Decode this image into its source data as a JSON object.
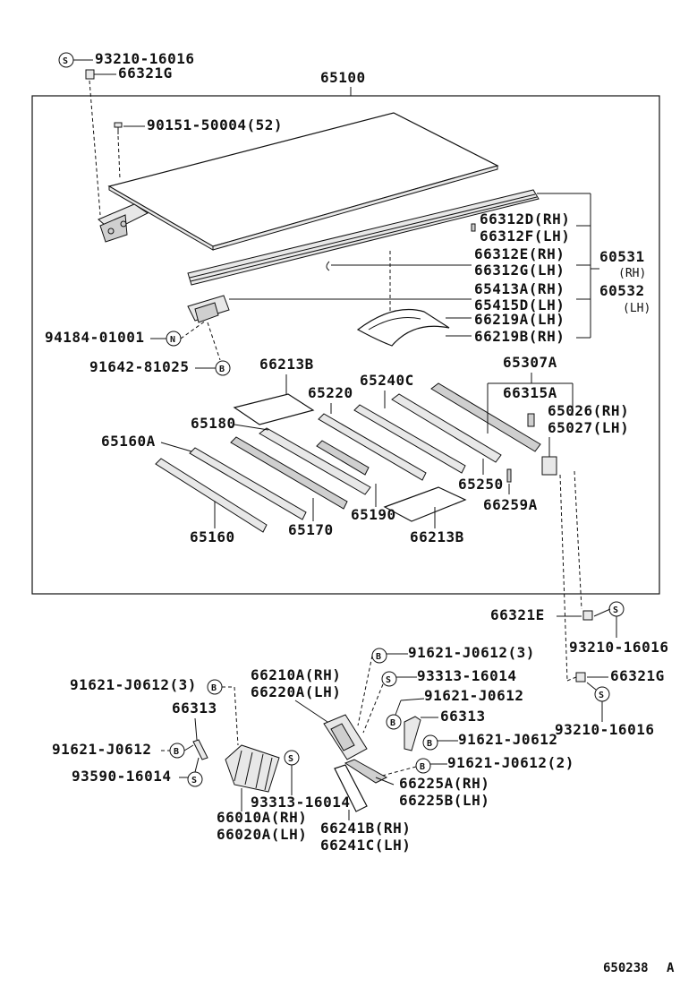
{
  "diagram_id": "650238",
  "diagram_rev": "A",
  "main_assembly": "65100",
  "symbol_s": "S",
  "symbol_b": "B",
  "symbol_n": "N",
  "labels": {
    "p93210_16016_top": "93210-16016",
    "p66321G_top": "66321G",
    "p90151": "90151-50004(52)",
    "p66312D": "66312D(RH)",
    "p66312F": "66312F(LH)",
    "p66312E": "66312E(RH)",
    "p66312G": "66312G(LH)",
    "p65413A": "65413A(RH)",
    "p65415D": "65415D(LH)",
    "p66219A": "66219A(LH)",
    "p66219B": "66219B(RH)",
    "p60531": "60531",
    "p60531_side": "(RH)",
    "p60532": "60532",
    "p60532_side": "(LH)",
    "p94184": "94184-01001",
    "p91642": "91642-81025",
    "p66213B_top": "66213B",
    "p65220": "65220",
    "p65240C": "65240C",
    "p65307A": "65307A",
    "p66315A": "66315A",
    "p65026": "65026(RH)",
    "p65027": "65027(LH)",
    "p65180": "65180",
    "p65160A": "65160A",
    "p65250": "65250",
    "p66259A": "66259A",
    "p65190": "65190",
    "p65170": "65170",
    "p65160": "65160",
    "p66213B_bottom": "66213B",
    "p66321E": "66321E",
    "p93210_16016_mid": "93210-16016",
    "p66321G_mid": "66321G",
    "p93210_16016_bot": "93210-16016",
    "p91621_3_right": "91621-J0612(3)",
    "p66210A": "66210A(RH)",
    "p66220A": "66220A(LH)",
    "p93313_16014_right": "93313-16014",
    "p91621_J0612_a": "91621-J0612",
    "p66313_right": "66313",
    "p91621_J0612_b": "91621-J0612",
    "p91621_2": "91621-J0612(2)",
    "p66225A": "66225A(RH)",
    "p66225B": "66225B(LH)",
    "p66241B": "66241B(RH)",
    "p66241C": "66241C(LH)",
    "p91621_3_left": "91621-J0612(3)",
    "p66313_left": "66313",
    "p91621_J0612_left": "91621-J0612",
    "p93590": "93590-16014",
    "p93313_16014_bottom": "93313-16014",
    "p66010A": "66010A(RH)",
    "p66020A": "66020A(LH)"
  }
}
